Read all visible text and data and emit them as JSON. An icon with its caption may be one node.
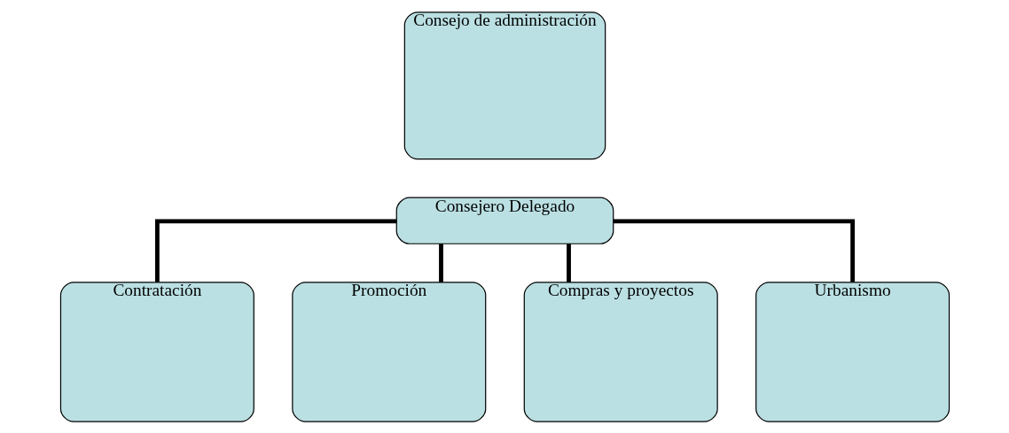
{
  "diagram": {
    "nodes": [
      {
        "text": [
          "Consejo de administración"
        ]
      },
      {
        "text": [
          "Consejero Delegado"
        ]
      },
      {
        "text": [
          "Contratación"
        ]
      },
      {
        "text": [
          "Promoción"
        ]
      },
      {
        "text": [
          "Compras y proyectos"
        ]
      },
      {
        "text": [
          "Urbanismo"
        ]
      }
    ],
    "edges": [
      {
        "from": 1,
        "to": 2,
        "arrow": "none"
      },
      {
        "from": 1,
        "to": 3,
        "arrow": "none"
      },
      {
        "from": 1,
        "to": 4,
        "arrow": "none"
      },
      {
        "from": 1,
        "to": 5,
        "arrow": "none"
      }
    ]
  }
}
